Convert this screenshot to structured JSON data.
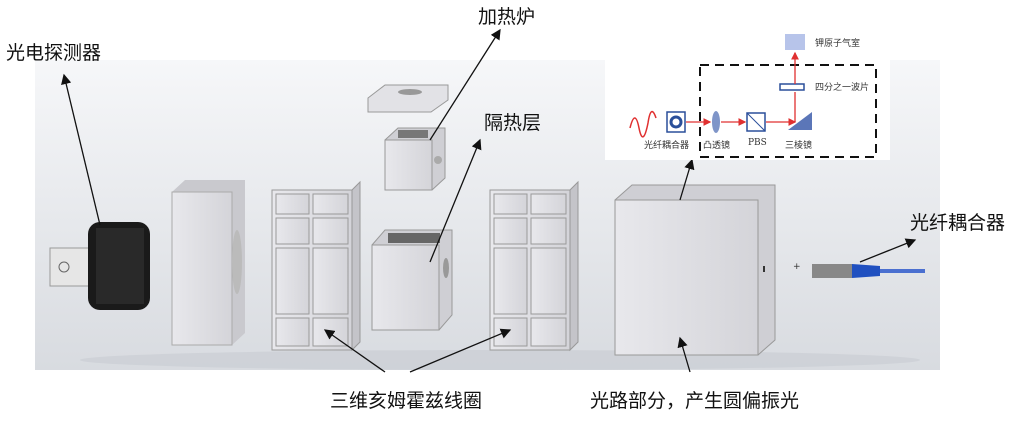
{
  "labels": {
    "photodetector": "光电探测器",
    "heating_furnace": "加热炉",
    "insulation_layer": "隔热层",
    "fiber_coupler": "光纤耦合器",
    "helmholtz_coils": "三维亥姆霍兹线圈",
    "optical_path": "光路部分，产生圆偏振光"
  },
  "inset": {
    "fiber_coupler": "光纤耦合器",
    "convex_lens": "凸透镜",
    "pbs": "PBS",
    "prism": "三棱镜",
    "quarter_wave_plate": "四分之一波片",
    "potassium_cell": "钾原子气室"
  },
  "colors": {
    "beam": "#e03030",
    "optic": "#2a4f9a",
    "block": "#dcdce0"
  }
}
